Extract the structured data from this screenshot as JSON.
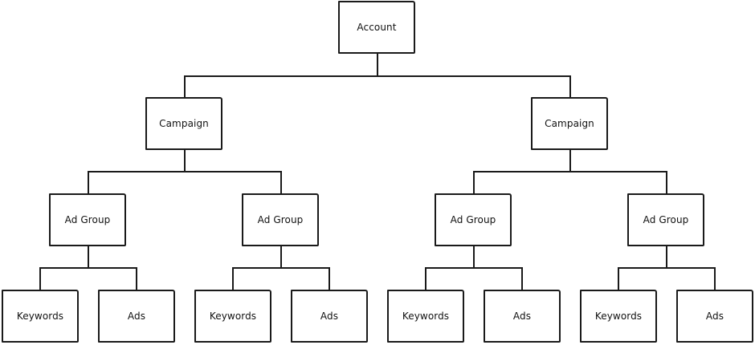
{
  "account": {
    "label": "Account",
    "campaigns": [
      {
        "label": "Campaign",
        "ad_groups": [
          {
            "label": "Ad Group",
            "keywords_label": "Keywords",
            "ads_label": "Ads"
          },
          {
            "label": "Ad Group",
            "keywords_label": "Keywords",
            "ads_label": "Ads"
          }
        ]
      },
      {
        "label": "Campaign",
        "ad_groups": [
          {
            "label": "Ad Group",
            "keywords_label": "Keywords",
            "ads_label": "Ads"
          },
          {
            "label": "Ad Group",
            "keywords_label": "Keywords",
            "ads_label": "Ads"
          }
        ]
      }
    ]
  },
  "colors": {
    "stroke": "#1a1a1a",
    "background": "#ffffff",
    "text": "#111111"
  }
}
